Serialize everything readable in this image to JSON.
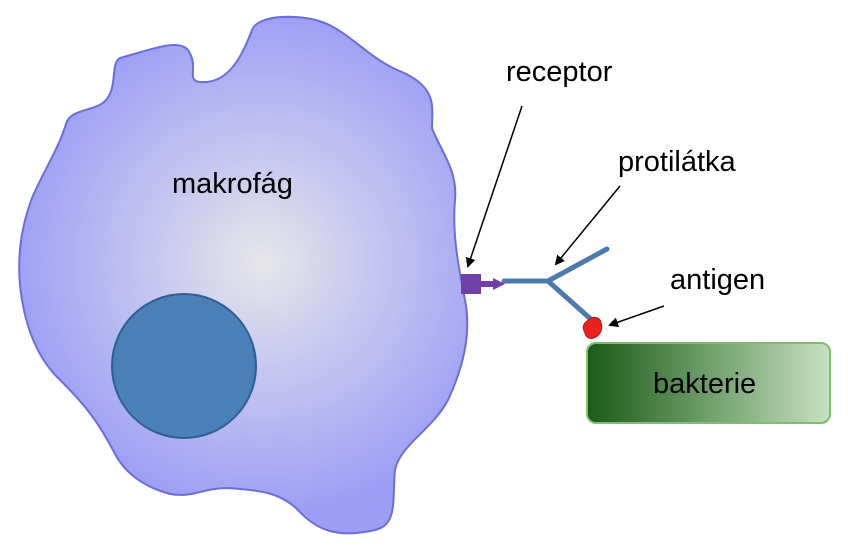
{
  "labels": {
    "macrophage": "makrofág",
    "receptor": "receptor",
    "antibody": "protilátka",
    "antigen": "antigen",
    "bacterium": "bakterie"
  },
  "colors": {
    "macrophage_fill_center": "#e6e6ea",
    "macrophage_fill_edge": "#9d9ff6",
    "macrophage_stroke": "#6a6ed8",
    "nucleus_fill": "#4a7fb8",
    "nucleus_stroke": "#2f5f92",
    "receptor": "#7040a8",
    "antibody": "#4a7aae",
    "antigen": "#e82020",
    "bacterium_dark": "#1a5a18",
    "bacterium_light": "#c6e2c0",
    "bacterium_stroke": "#7ebf6a",
    "arrow": "#000000"
  }
}
